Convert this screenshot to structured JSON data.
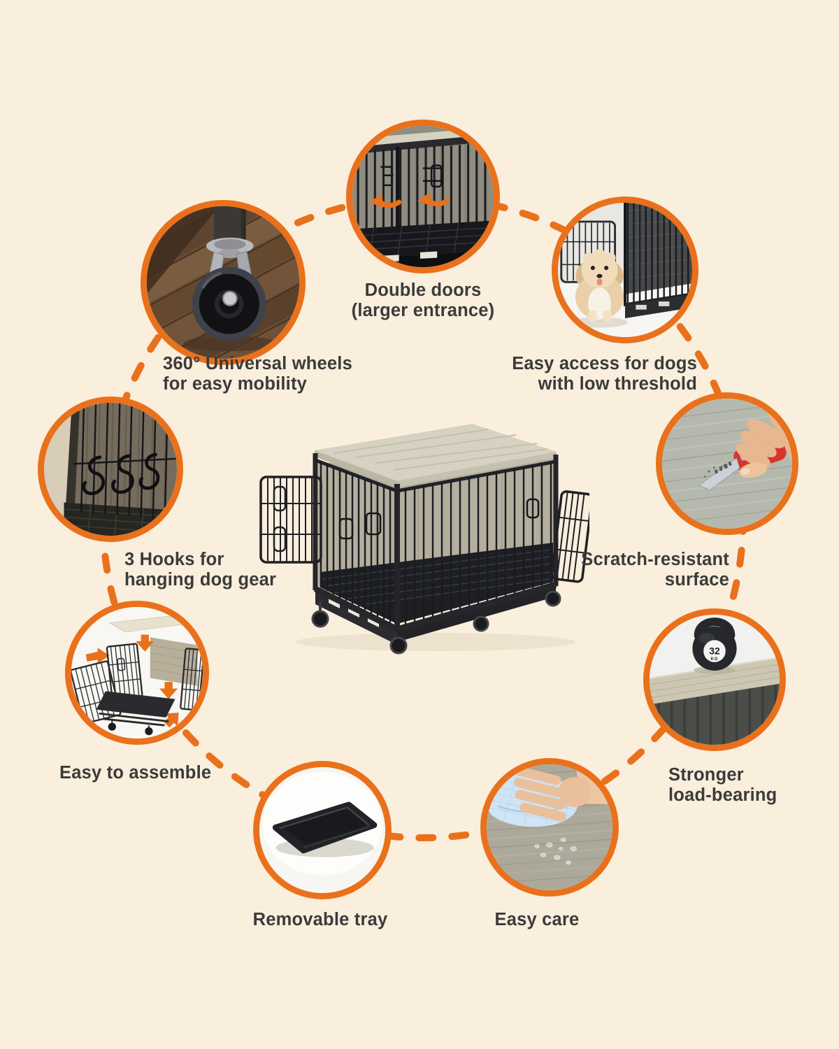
{
  "style": {
    "background": "#FAEEDC",
    "accent_orange": "#E9711C",
    "text_color": "#3B3B3B"
  },
  "features": [
    {
      "id": "wheels",
      "icon": "caster-wheel-photo",
      "line1": "360° Universal wheels",
      "line2": "for easy mobility"
    },
    {
      "id": "double-doors",
      "icon": "crate-double-doors-photo",
      "line1": "Double doors",
      "line2": "(larger entrance)"
    },
    {
      "id": "easy-access",
      "icon": "puppy-by-crate-photo",
      "line1": "Easy access for dogs",
      "line2": "with low threshold"
    },
    {
      "id": "scratch-proof",
      "icon": "utility-knife-test-photo",
      "line1": "Scratch-resistant",
      "line2": "surface"
    },
    {
      "id": "load-bearing",
      "icon": "kettlebell-on-top-photo",
      "line1": "Stronger",
      "line2": "load-bearing",
      "weight_value": "32",
      "weight_unit": "KG"
    },
    {
      "id": "easy-care",
      "icon": "wiping-cloth-photo",
      "line1": "Easy care"
    },
    {
      "id": "removable-tray",
      "icon": "black-tray-photo",
      "line1": "Removable tray"
    },
    {
      "id": "easy-assemble",
      "icon": "exploded-assembly-photo",
      "line1": "Easy to assemble"
    },
    {
      "id": "hooks",
      "icon": "s-hooks-photo",
      "line1": "3 Hooks for",
      "line2": "hanging dog gear"
    }
  ]
}
